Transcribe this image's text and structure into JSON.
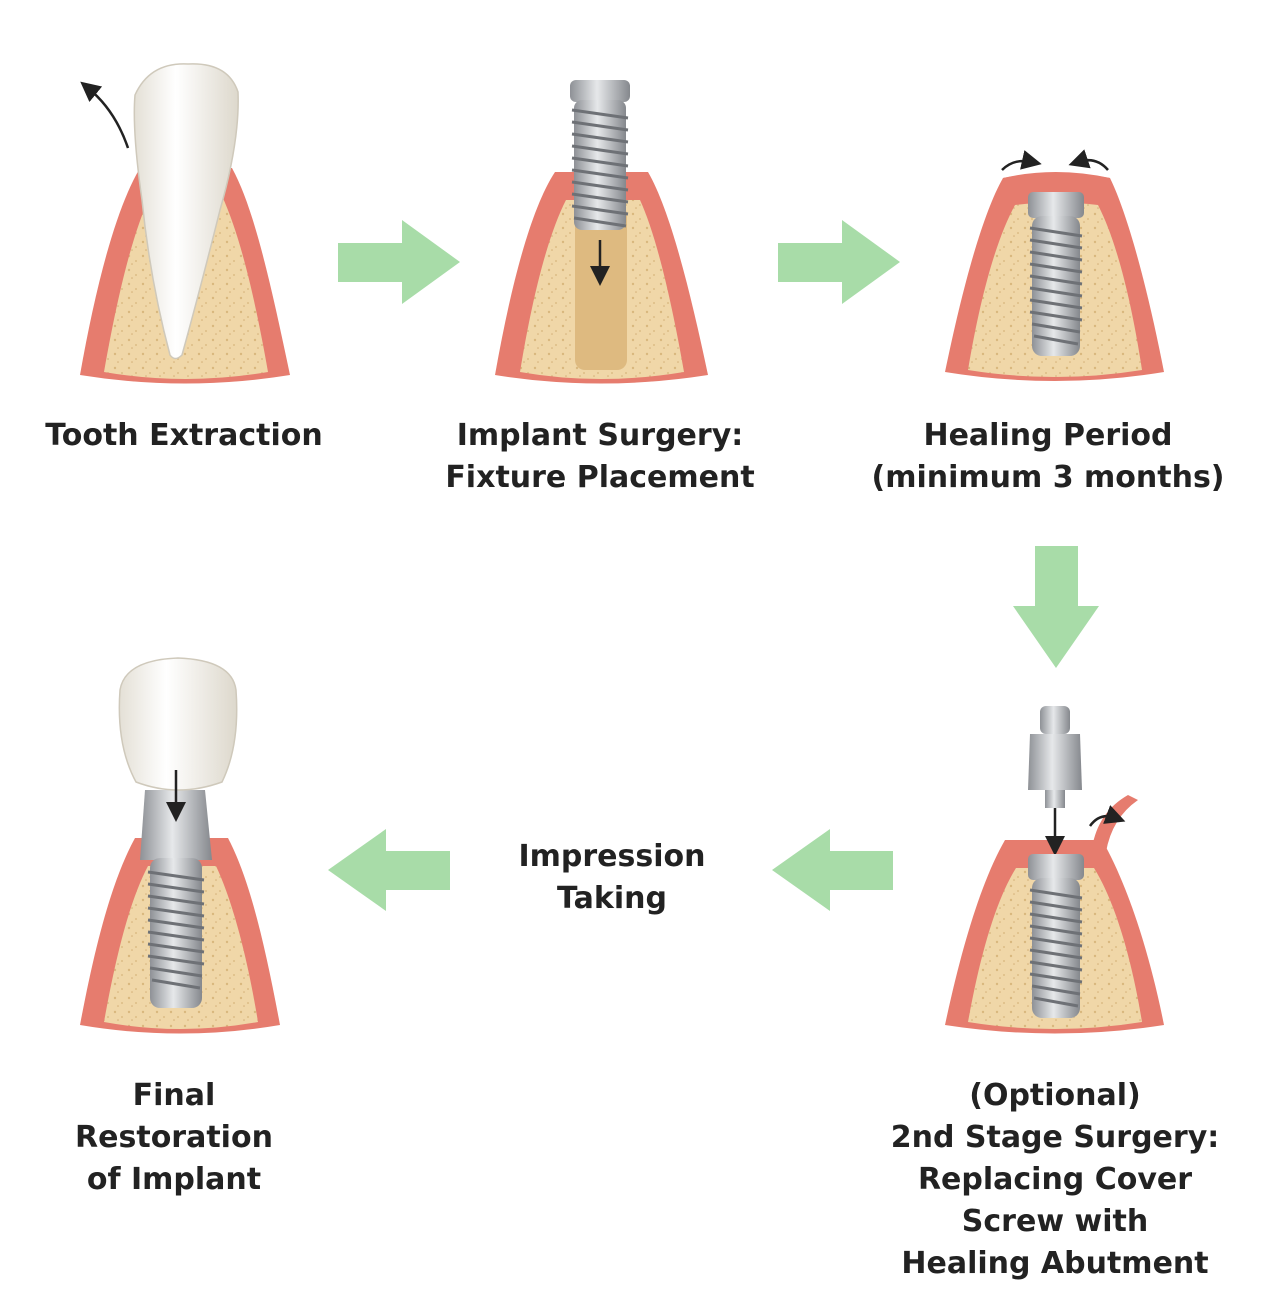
{
  "colors": {
    "arrow": "#a8dca8",
    "gum": "#e67c6e",
    "gum_light": "#f0a294",
    "bone": "#f0d7a8",
    "tooth": "#f6f4ee",
    "metal": "#b9bcc0"
  },
  "steps": [
    {
      "id": "tooth-extraction",
      "lines": [
        "Tooth Extraction"
      ]
    },
    {
      "id": "implant-surgery",
      "lines": [
        "Implant Surgery:",
        "Fixture Placement"
      ]
    },
    {
      "id": "healing-period",
      "lines": [
        "Healing Period",
        "(minimum 3 months)"
      ]
    },
    {
      "id": "second-stage",
      "lines": [
        "(Optional)",
        "2nd Stage Surgery:",
        "Replacing Cover",
        "Screw with",
        "Healing Abutment"
      ]
    },
    {
      "id": "impression",
      "lines": [
        "Impression",
        "Taking"
      ]
    },
    {
      "id": "final-restoration",
      "lines": [
        "Final",
        "Restoration",
        "of Implant"
      ]
    }
  ]
}
